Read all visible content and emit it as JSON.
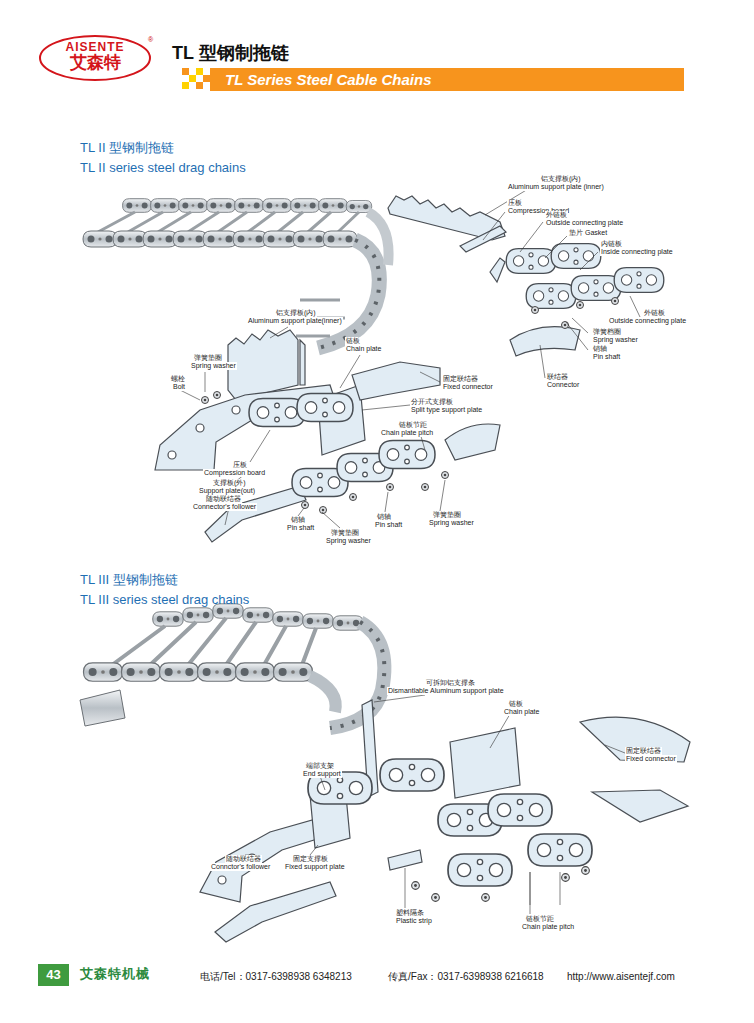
{
  "diagram": {
    "title": "TL 型钢制拖链",
    "nodes": [
      {
        "text": [
          "AISENTE",
          "艾森特"
        ]
      },
      {
        "text": [
          "TL Series Steel Cable Chains"
        ]
      },
      {
        "text": [
          "43"
        ]
      }
    ],
    "labels": [
      "®",
      "TL II 型钢制拖链",
      "TL II series steel drag chains",
      "铝支撑板(内)",
      "Aluminum support plate (inner)",
      "压板",
      "Compression board",
      "外链板",
      "Outside connecting plate",
      "垫片 Gasket",
      "内链板",
      "Inside connecting plate",
      "外链板",
      "Outside connecting plate",
      "弹簧档圈",
      "Spring washer",
      "销轴",
      "Pin shaft",
      "联结器",
      "Connector",
      "铝支撑板(内)",
      "Aluminum support plate(inner)",
      "链板",
      "Chain plate",
      "弹簧垫圈",
      "Spring washer",
      "螺栓",
      "Bolt",
      "固定联结器",
      "Fixed connector",
      "分开式支撑板",
      "Split type support plate",
      "链板节距",
      "Chain plate pitch",
      "压板",
      "Compression board",
      "支撑板(外)",
      "Support plate(out)",
      "随动联结器",
      "Connector's follower",
      "销轴",
      "Pin shaft",
      "弹簧垫圈",
      "Spring washer",
      "销轴",
      "Pin shaft",
      "弹簧垫圈",
      "Spring washer",
      "TL III 型钢制拖链",
      "TL III series steel drag chains",
      "可拆卸铝支撑条",
      "Dismantlable Aluminum support plate",
      "链板",
      "Chain plate",
      "固定联结器",
      "Fixed connector",
      "端部支架",
      "End support",
      "随动联结器",
      "Connctor's follower",
      "固定支撑板",
      "Fixed support plate",
      "塑料隔条",
      "Plastic strip",
      "链板节距",
      "Chain plate pitch",
      "艾森特机械",
      "电话/Tel：0317-6398938 6348213",
      "传真/Fax：0317-6398938 6216618",
      "http://www.aisentejf.com"
    ]
  }
}
